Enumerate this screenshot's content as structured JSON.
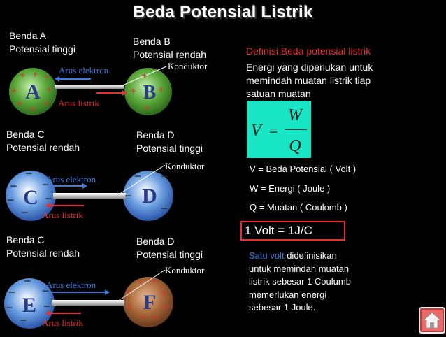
{
  "title": "Beda Potensial Listrik",
  "diagram1": {
    "left_label_1": "Benda A",
    "left_label_2": "Potensial tinggi",
    "right_label_1": "Benda B",
    "right_label_2": "Potensial rendah",
    "conductor": "Konduktor",
    "electron_flow": "Arus elektron",
    "current_flow": "Arus listrik",
    "left_letter": "A",
    "right_letter": "B"
  },
  "diagram2": {
    "left_label_1": "Benda C",
    "left_label_2": "Potensial rendah",
    "right_label_1": "Benda D",
    "right_label_2": "Potensial tinggi",
    "conductor": "Konduktor",
    "electron_flow": "Arus elektron",
    "current_flow": "Arus listrik",
    "left_letter": "C",
    "right_letter": "D"
  },
  "diagram3": {
    "left_label_1": "Benda C",
    "left_label_2": "Potensial rendah",
    "right_label_1": "Benda D",
    "right_label_2": "Potensial tinggi",
    "conductor": "Konduktor",
    "electron_flow": "Arus elektron",
    "current_flow": "Arus listrik",
    "left_letter": "E",
    "right_letter": "F"
  },
  "definition": {
    "heading": "Definisi Beda potensial listrik",
    "line1": "Energi yang diperlukan untuk",
    "line2": "memindah muatan listrik tiap",
    "line3": "satuan muatan"
  },
  "formula": {
    "lhs": "V",
    "eq": "=",
    "numerator": "W",
    "denominator": "Q"
  },
  "legend": {
    "v": "V  = Beda Potensial ( Volt )",
    "w": "W = Energi ( Joule )",
    "q": "Q  = Muatan ( Coulomb )"
  },
  "volt_box": "1 Volt = 1J/C",
  "summary": {
    "part1": "Satu volt",
    "part1b": " didefinisikan",
    "line2": "untuk memindah muatan",
    "line3": "listrik sebesar 1 Coulumb",
    "line4": "memerlukan energi",
    "line5": "sebesar 1 Joule."
  },
  "colors": {
    "accent_red": "#e53030",
    "accent_blue": "#3c7be0",
    "formula_bg": "#19e6c4"
  },
  "icons": {
    "home": "home-icon"
  }
}
